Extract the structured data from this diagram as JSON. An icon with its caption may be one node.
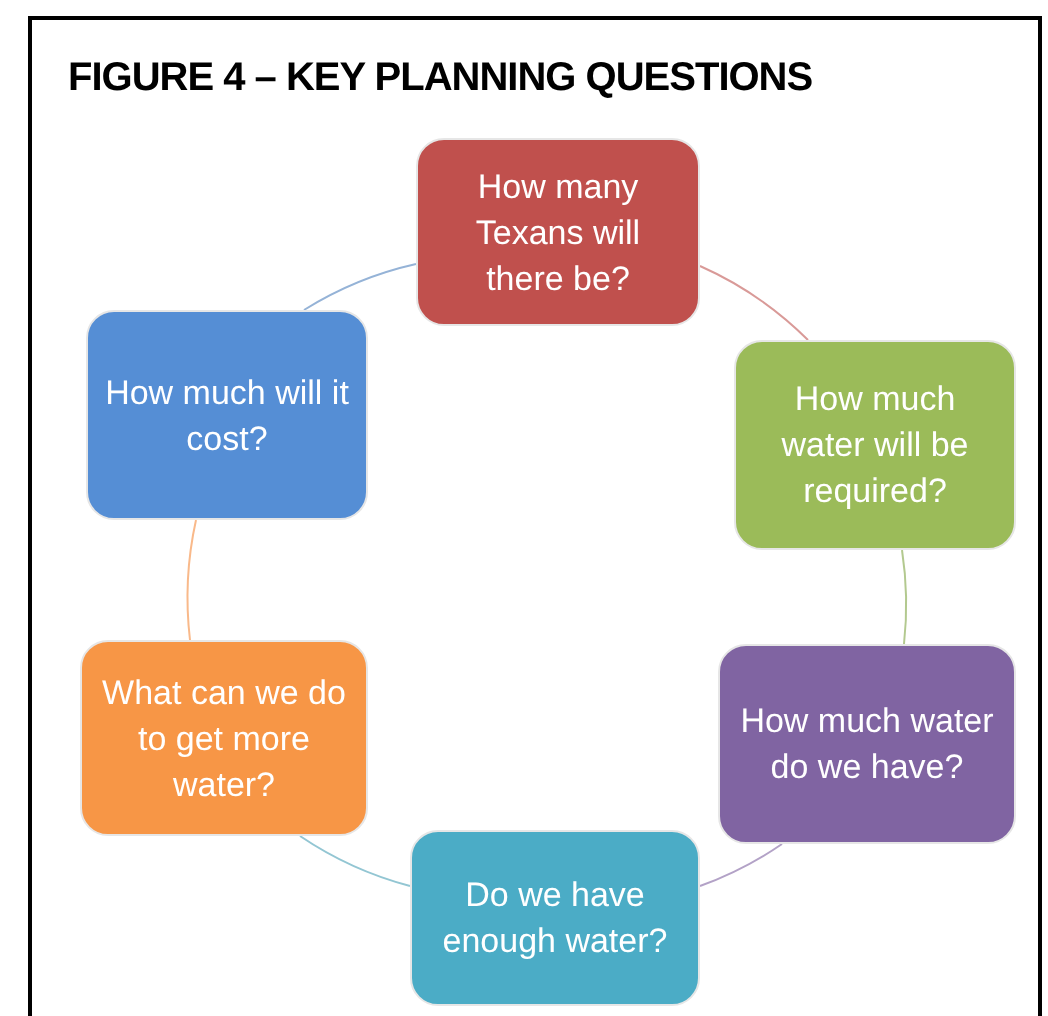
{
  "diagram": {
    "title": "FIGURE 4 – KEY PLANNING QUESTIONS",
    "nodes": [
      {
        "text": [
          "How many Texans will there be?"
        ]
      },
      {
        "text": [
          "How much will it cost?"
        ]
      },
      {
        "text": [
          "How much water will be required?"
        ]
      },
      {
        "text": [
          "What can we do to get more water?"
        ]
      },
      {
        "text": [
          "How much water do we have?"
        ]
      },
      {
        "text": [
          "Do we have enough water?"
        ]
      }
    ],
    "edges": [
      {
        "from": 0,
        "to": 2,
        "arrow": "none",
        "color": "#d99a98"
      },
      {
        "from": 2,
        "to": 4,
        "arrow": "none",
        "color": "#b3c98f"
      },
      {
        "from": 4,
        "to": 5,
        "arrow": "none",
        "color": "#b3a2c7"
      },
      {
        "from": 5,
        "to": 3,
        "arrow": "none",
        "color": "#93c6d3"
      },
      {
        "from": 3,
        "to": 1,
        "arrow": "none",
        "color": "#f9b98a"
      },
      {
        "from": 1,
        "to": 0,
        "arrow": "none",
        "color": "#95b3d7"
      }
    ]
  }
}
